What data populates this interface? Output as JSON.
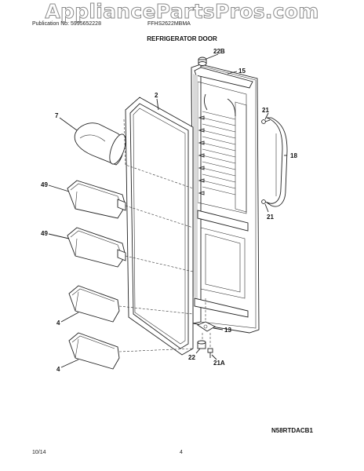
{
  "header": {
    "watermark": "AppliancePartsPros.com",
    "publication": "Publication No: 5995652228",
    "model": "FFHS2622MBMA",
    "title": "REFRIGERATOR DOOR"
  },
  "callouts": {
    "c22b": "22B",
    "c15": "15",
    "c2": "2",
    "c7": "7",
    "c21_top": "21",
    "c18": "18",
    "c49_a": "49",
    "c21_mid": "21",
    "c49_b": "49",
    "c4_a": "4",
    "c13": "13",
    "c4_b": "4",
    "c22": "22",
    "c21a": "21A"
  },
  "diagram_code": "N58RTDACB1",
  "footer": {
    "date": "10/14",
    "page": "4"
  }
}
